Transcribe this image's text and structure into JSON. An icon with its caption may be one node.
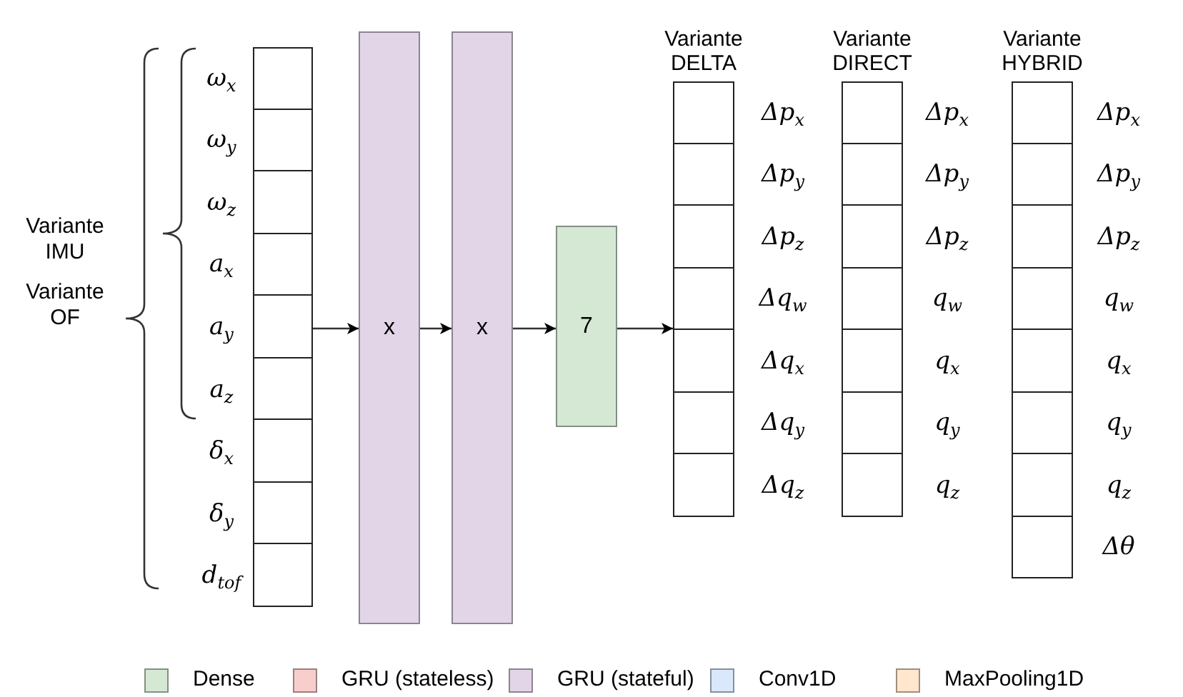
{
  "diagram": {
    "nodes": [
      {
        "text": [],
        "shape": "bar",
        "beside": [
          "ω$_{x}$",
          "ω$_{y}$",
          "ω$_{z}$",
          "a$_{x}$",
          "a$_{y}$",
          "a$_{z}$",
          "δ$_{x}$",
          "δ$_{y}$",
          "d$_{tof}$"
        ]
      },
      {
        "text": [
          "x"
        ]
      },
      {
        "text": [
          "x"
        ]
      },
      {
        "text": [
          "7"
        ]
      },
      {
        "text": [
          "Variante DELTA"
        ],
        "beside": [
          "Δp$_{x}$",
          "Δp$_{y}$",
          "Δp$_{z}$",
          "Δq$_{w}$",
          "Δq$_{x}$",
          "Δq$_{y}$",
          "Δq$_{z}$"
        ]
      },
      {
        "text": [
          "Variante DIRECT"
        ],
        "beside": [
          "Δp$_{x}$",
          "Δp$_{y}$",
          "Δp$_{z}$",
          "q$_{w}$",
          "q$_{x}$",
          "q$_{y}$",
          "q$_{z}$"
        ]
      },
      {
        "text": [
          "Variante HYBRID"
        ],
        "beside": [
          "Δp$_{x}$",
          "Δp$_{y}$",
          "Δp$_{z}$",
          "q$_{w}$",
          "q$_{x}$",
          "q$_{y}$",
          "q$_{z}$",
          "Δθ"
        ]
      }
    ],
    "edges": [
      {
        "from": 0,
        "to": 1,
        "arrow": "to"
      },
      {
        "from": 1,
        "to": 2,
        "arrow": "to"
      },
      {
        "from": 2,
        "to": 3,
        "arrow": "to"
      },
      {
        "from": 3,
        "to": 4,
        "arrow": "to"
      }
    ],
    "labels": [
      "Variante IMU",
      "Variante OF"
    ],
    "legend": [
      {
        "text": "Dense",
        "color": "#d5e8d4"
      },
      {
        "text": "GRU (stateless)",
        "color": "#f8cecc"
      },
      {
        "text": "GRU (stateful)",
        "color": "#e1d5e7"
      },
      {
        "text": "Conv1D",
        "color": "#dae8fc"
      },
      {
        "text": "MaxPooling1D",
        "color": "#ffe6cc"
      }
    ]
  }
}
